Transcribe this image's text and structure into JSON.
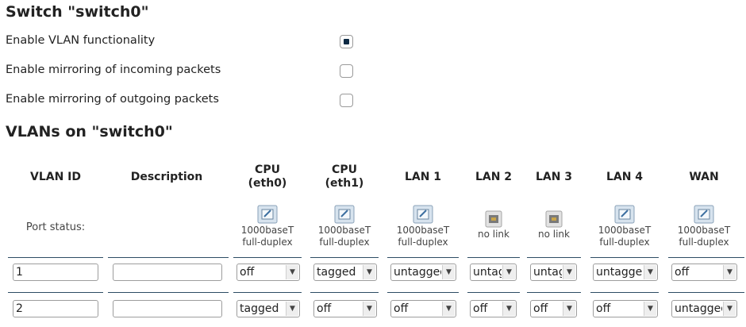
{
  "switch": {
    "title": "Switch \"switch0\"",
    "options": [
      {
        "label": "Enable VLAN functionality",
        "checked": true
      },
      {
        "label": "Enable mirroring of incoming packets",
        "checked": false
      },
      {
        "label": "Enable mirroring of outgoing packets",
        "checked": false
      }
    ]
  },
  "vlans": {
    "title": "VLANs on \"switch0\"",
    "columns": {
      "vlan_id": "VLAN ID",
      "description": "Description",
      "cpu_eth0": {
        "line1": "CPU",
        "line2": "(eth0)"
      },
      "cpu_eth1": {
        "line1": "CPU",
        "line2": "(eth1)"
      },
      "lan1": "LAN 1",
      "lan2": "LAN 2",
      "lan3": "LAN 3",
      "lan4": "LAN 4",
      "wan": "WAN"
    },
    "port_status_label": "Port status:",
    "port_status": [
      {
        "line1": "1000baseT",
        "line2": "full-duplex",
        "icon": "ethernet-port-up-icon"
      },
      {
        "line1": "1000baseT",
        "line2": "full-duplex",
        "icon": "ethernet-port-up-icon"
      },
      {
        "line1": "1000baseT",
        "line2": "full-duplex",
        "icon": "ethernet-port-up-icon"
      },
      {
        "line1": "no link",
        "line2": "",
        "icon": "ethernet-port-down-icon"
      },
      {
        "line1": "no link",
        "line2": "",
        "icon": "ethernet-port-down-icon"
      },
      {
        "line1": "1000baseT",
        "line2": "full-duplex",
        "icon": "ethernet-port-up-icon"
      },
      {
        "line1": "1000baseT",
        "line2": "full-duplex",
        "icon": "ethernet-port-up-icon"
      }
    ],
    "rows": [
      {
        "vlan_id": "1",
        "description": "",
        "ports": [
          "off",
          "tagged",
          "untagged",
          "untagged",
          "untagged",
          "untagged",
          "off"
        ]
      },
      {
        "vlan_id": "2",
        "description": "",
        "ports": [
          "tagged",
          "off",
          "off",
          "off",
          "off",
          "off",
          "untagged"
        ]
      }
    ]
  }
}
